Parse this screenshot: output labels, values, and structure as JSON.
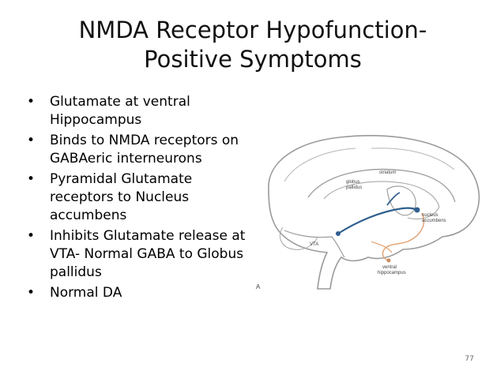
{
  "slide": {
    "title_line1": "NMDA Receptor Hypofunction-",
    "title_line2": "Positive Symptoms",
    "bullets": [
      "Glutamate at ventral Hippocampus",
      "Binds to NMDA receptors on GABAeric interneurons",
      "Pyramidal Glutamate receptors to Nucleus accumbens",
      "Inhibits Glutamate release at VTA- Normal GABA to Globus pallidus",
      "Normal DA"
    ],
    "page_number": "77"
  },
  "figure": {
    "labels": {
      "striatum": "striatum",
      "globus1": "globus",
      "globus2": "pallidus",
      "nucleus1": "nucleus",
      "nucleus2": "accumbens",
      "vta": "VTA",
      "ventral1": "ventral",
      "ventral2": "hippocampus",
      "panel": "A"
    },
    "colors": {
      "outline": "#9a9a9a",
      "pathway_blue": "#2f5f8f",
      "pathway_orange": "#e0a070"
    }
  }
}
